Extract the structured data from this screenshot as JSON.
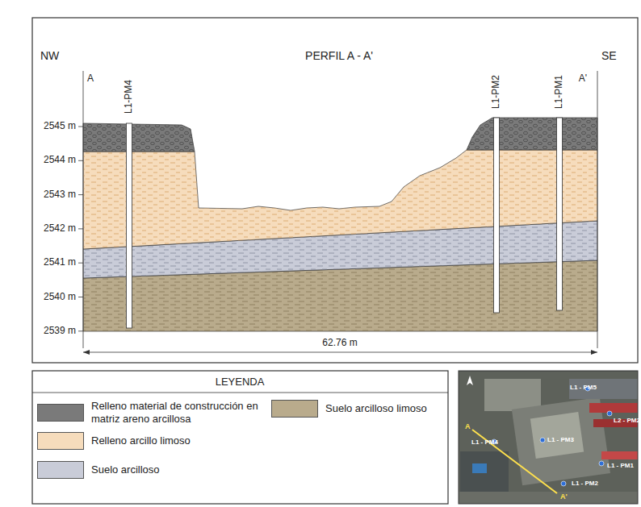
{
  "diagram": {
    "title": "PERFIL A - A'",
    "labels": [
      "NW",
      "SE",
      "A",
      "A'",
      "L1-PM4",
      "L1-PM2",
      "L1-PM1",
      "2545 m",
      "2544 m",
      "2543 m",
      "2542 m",
      "2541 m",
      "2540 m",
      "2539 m",
      "62.76 m",
      "LEYENDA",
      "A",
      "L1 - PM5",
      "L2 - PM2",
      "L1 - PM4",
      "L1 - PM3",
      "L1 - PM1",
      "L1 - PM2",
      "A'"
    ],
    "legend": [
      {
        "text": "Relleno material de construcción en matriz areno arcillosa",
        "color": "#7a7a7a"
      },
      {
        "text": "Relleno arcillo limoso",
        "color": "#f6dcbc"
      },
      {
        "text": "Suelo arcilloso",
        "color": "#c9ccd8"
      },
      {
        "text": "Suelo arcilloso limoso",
        "color": "#b9ab8c"
      }
    ]
  }
}
